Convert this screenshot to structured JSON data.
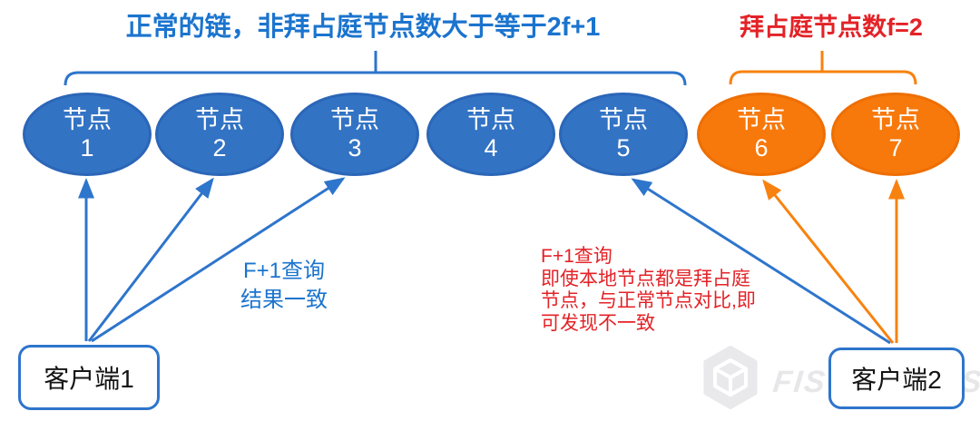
{
  "titles": {
    "normal_chain": "正常的链，非拜占庭节点数大于等于2f+1",
    "byzantine": "拜占庭节点数f=2"
  },
  "nodes": [
    {
      "label": "节点",
      "number": "1",
      "type": "normal"
    },
    {
      "label": "节点",
      "number": "2",
      "type": "normal"
    },
    {
      "label": "节点",
      "number": "3",
      "type": "normal"
    },
    {
      "label": "节点",
      "number": "4",
      "type": "normal"
    },
    {
      "label": "节点",
      "number": "5",
      "type": "normal"
    },
    {
      "label": "节点",
      "number": "6",
      "type": "byzantine"
    },
    {
      "label": "节点",
      "number": "7",
      "type": "byzantine"
    }
  ],
  "clients": [
    {
      "label": "客户端1"
    },
    {
      "label": "客户端2"
    }
  ],
  "annotations": {
    "blue_note": "F+1查询\n结果一致",
    "red_note": "F+1查询\n即使本地节点都是拜占庭\n节点，与正常节点对比,即\n可发现不一致"
  },
  "watermark": {
    "text": "FISCO BCOS"
  },
  "colors": {
    "node_blue": "#3273C4",
    "node_blue_border": "#2B66B8",
    "node_orange": "#F7790B",
    "node_orange_border": "#EE6E02",
    "arrow_blue": "#2E75CC",
    "arrow_orange": "#F8820F",
    "title_blue": "#1B74CE",
    "text_red": "#E32227",
    "watermark_gray": "#E7E7E9"
  }
}
